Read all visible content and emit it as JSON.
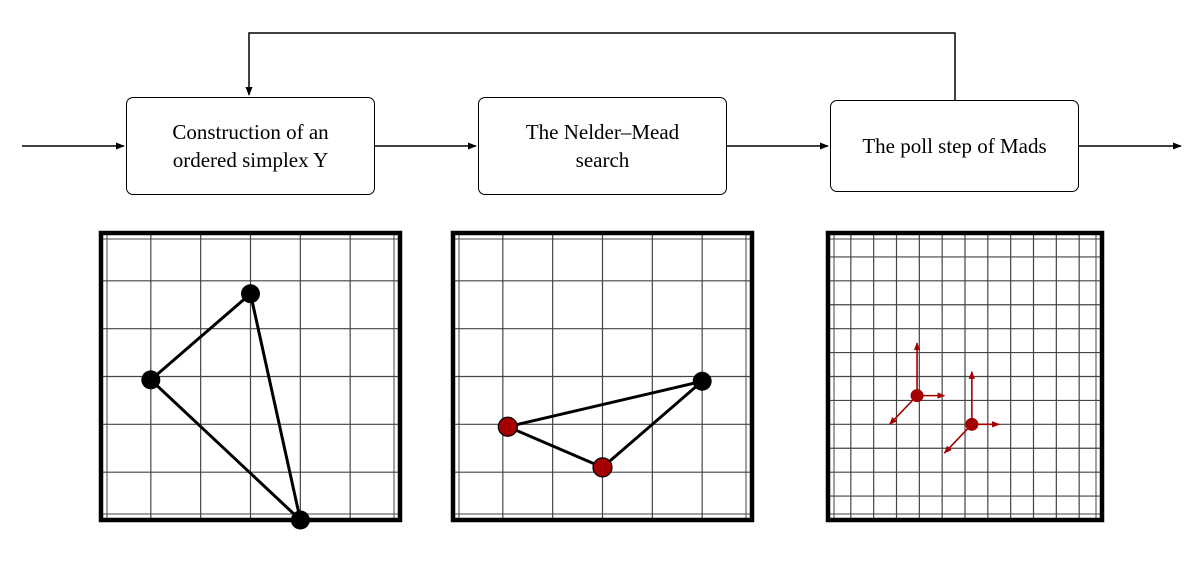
{
  "flow": {
    "steps": [
      {
        "label": "Construction of an ordered simplex Y"
      },
      {
        "label": "The Nelder–Mead search"
      },
      {
        "label": "The poll step of Mads"
      }
    ]
  },
  "colors": {
    "ink": "#000000",
    "highlight_vertex": "#a50000",
    "poll_direction": "#a50000"
  },
  "panels": [
    {
      "name": "simplex",
      "grid": {
        "columns": 6,
        "rows": 6
      },
      "vertices": [
        {
          "gx": 3.0,
          "gy": 1.27,
          "color": "black"
        },
        {
          "gx": 1.0,
          "gy": 3.07,
          "color": "black"
        },
        {
          "gx": 4.0,
          "gy": 6.0,
          "color": "black"
        }
      ]
    },
    {
      "name": "nelder-mead",
      "grid": {
        "columns": 6,
        "rows": 6
      },
      "vertices": [
        {
          "gx": 5.0,
          "gy": 3.1,
          "color": "black"
        },
        {
          "gx": 1.1,
          "gy": 4.05,
          "color": "red"
        },
        {
          "gx": 3.0,
          "gy": 4.9,
          "color": "red"
        }
      ]
    },
    {
      "name": "poll",
      "grid": {
        "columns": 12,
        "rows": 12
      },
      "poll_points": [
        {
          "gx": 3.9,
          "gy": 6.8
        },
        {
          "gx": 6.3,
          "gy": 8.0
        }
      ],
      "directions": [
        {
          "dx": 0,
          "dy": -2.2
        },
        {
          "dx": 1.2,
          "dy": 0
        },
        {
          "dx": -1.2,
          "dy": 1.2
        }
      ]
    }
  ]
}
